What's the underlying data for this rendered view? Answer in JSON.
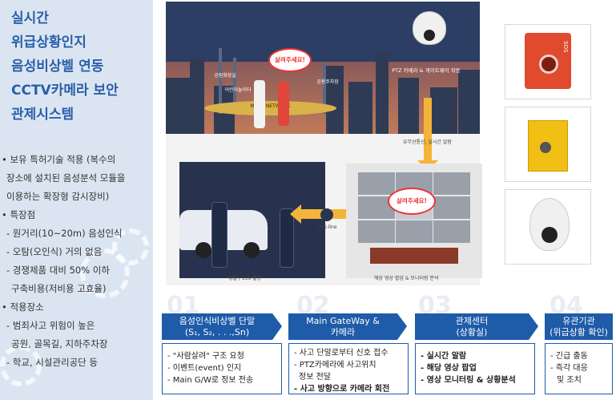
{
  "title_lines": [
    "실시간",
    "위급상황인지",
    "음성비상벨 연동",
    "CCTV카메라 보안",
    "관제시스템"
  ],
  "features": [
    {
      "text": "• 보유 특허기술 적용 (복수의",
      "type": "bullet"
    },
    {
      "text": "장소에 설치된 음성분석 모듈을",
      "type": "cont"
    },
    {
      "text": "이용하는 확장형 감시장비)",
      "type": "cont"
    },
    {
      "text": "• 특장점",
      "type": "bullet"
    },
    {
      "text": "- 원거리(10~20m) 음성인식",
      "type": "sub"
    },
    {
      "text": "- 오탐(오인식) 거의 없음",
      "type": "sub"
    },
    {
      "text": "- 경쟁제품 대비 50% 이하",
      "type": "sub"
    },
    {
      "text": "구축비용(저비용 고효율)",
      "type": "sub2"
    },
    {
      "text": "• 적용장소",
      "type": "bullet"
    },
    {
      "text": "- 범죄사고 위험이 높은",
      "type": "sub"
    },
    {
      "text": "공원, 골목길, 지하주차장",
      "type": "sub2"
    },
    {
      "text": "- 학교, 시설관리공단 등",
      "type": "sub"
    }
  ],
  "scene": {
    "help_bubble_1": "살려주세요!",
    "help_bubble_2": "살려주세요!",
    "ptz_label": "PTZ 카메라 & 게이트웨이 작동",
    "mesh_label": "MESH NETWORK",
    "tag_park": "공원화장실",
    "tag_alley": "어린이놀이터",
    "tag_parking": "공용주차장",
    "wire_label": "유무선통신, 실시간 알람",
    "hotline_label": "Hot-line",
    "police_caption": "경찰 / 119 출동",
    "monitor_caption": "해당 영상 팝업 & 모니터링 분석"
  },
  "devices": {
    "sos_text": "SOS"
  },
  "steps": [
    {
      "num": "01",
      "head_lines": [
        "음성인식비상벨 단말",
        "(S₁, S₂, . . .,Sn)"
      ],
      "items": [
        {
          "t": "- \"사람살려\" 구조 요청",
          "b": false
        },
        {
          "t": "- 이벤트(event) 인지",
          "b": false
        },
        {
          "t": "- Main G/W로 정보 전송",
          "b": false
        }
      ]
    },
    {
      "num": "02",
      "head_lines": [
        "Main GateWay &",
        "카메라"
      ],
      "items": [
        {
          "t": "- 사고 단말로부터 신호 접수",
          "b": false
        },
        {
          "t": "- PTZ카메라에 사고위치",
          "b": false
        },
        {
          "t": "정보 전달",
          "b": false
        },
        {
          "t": "- 사고 방향으로 카메라 회전",
          "b": true
        }
      ]
    },
    {
      "num": "03",
      "head_lines": [
        "관제센터",
        "(상황실)"
      ],
      "items": [
        {
          "t": "- 실시간 알람",
          "b": true
        },
        {
          "t": "- 해당 영상 팝업",
          "b": true
        },
        {
          "t": "- 영상 모니터링 & 상황분석",
          "b": true
        }
      ]
    },
    {
      "num": "04",
      "head_lines": [
        "유관기관",
        "(위급상황 확인)"
      ],
      "items": [
        {
          "t": "- 긴급 출동",
          "b": false
        },
        {
          "t": "- 즉각 대응",
          "b": false
        },
        {
          "t": "및 조치",
          "b": false
        }
      ]
    }
  ]
}
